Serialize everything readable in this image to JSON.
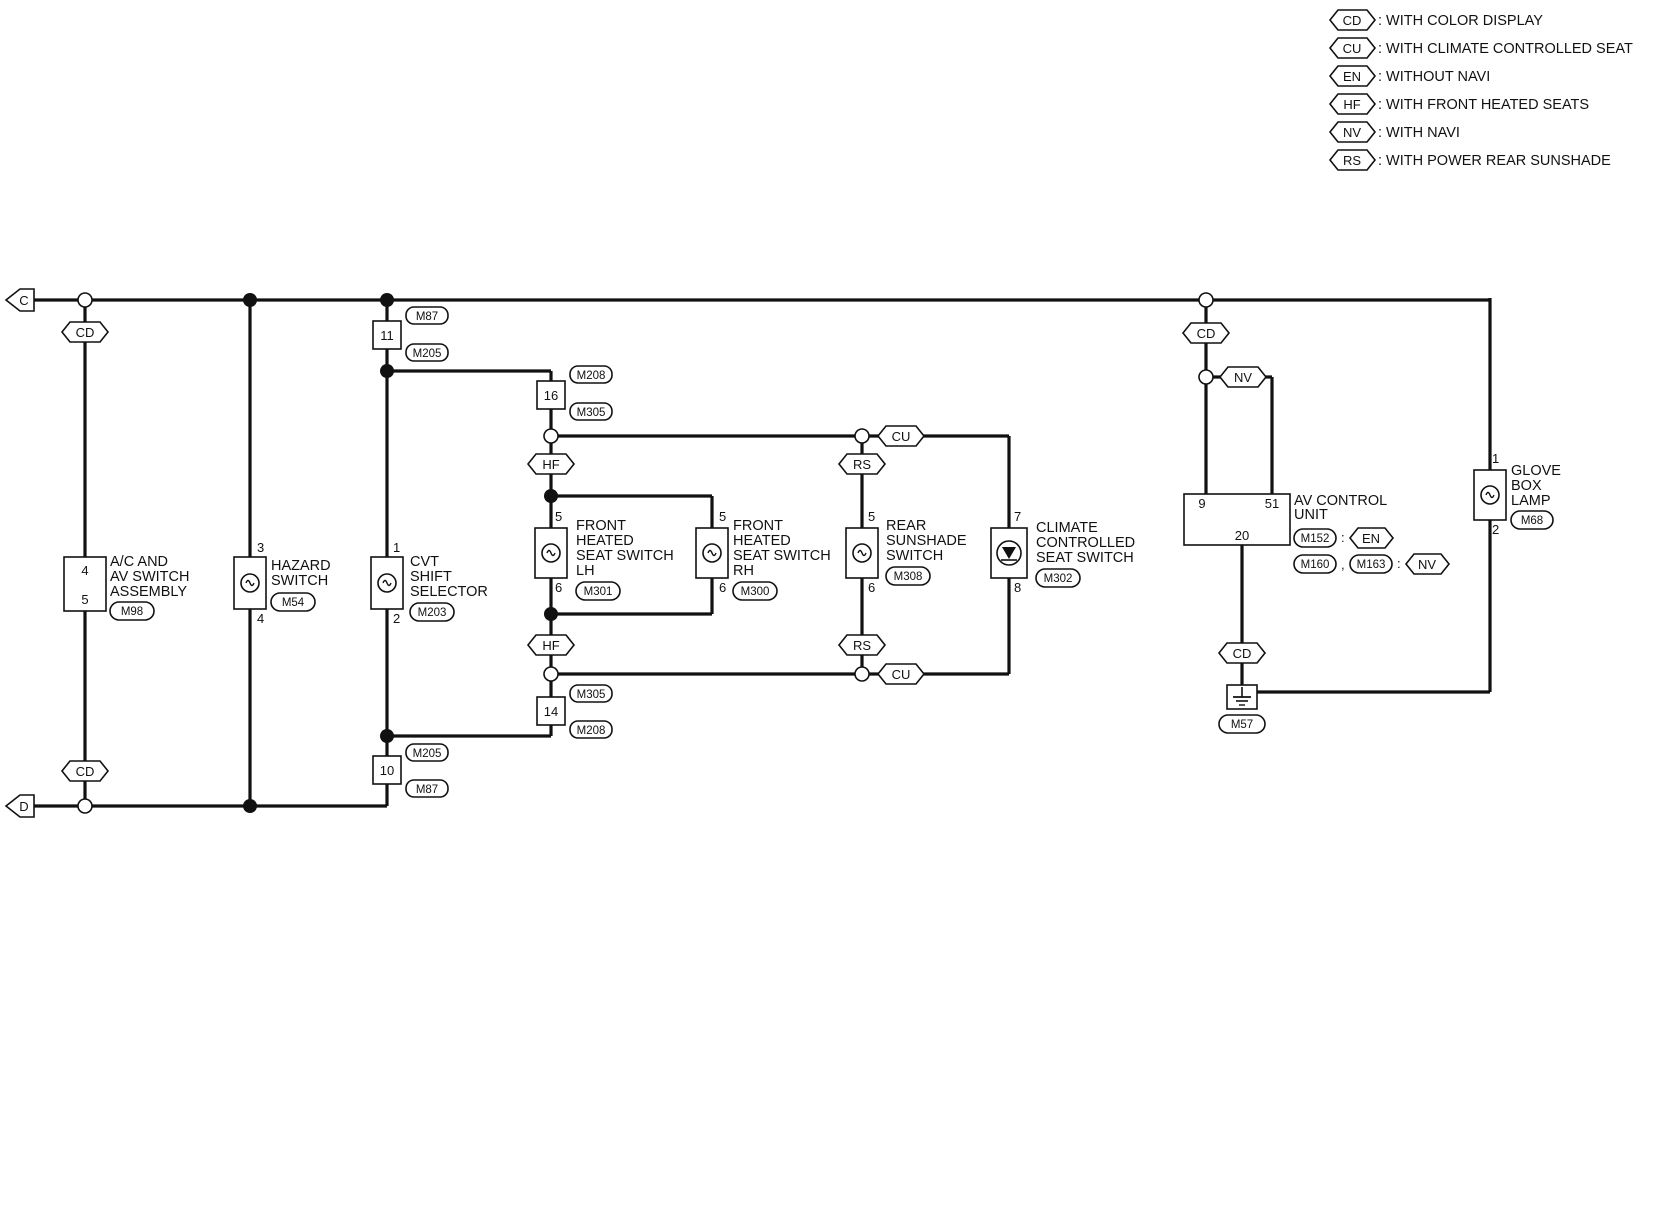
{
  "legend": [
    {
      "code": "CD",
      "text": ": WITH COLOR DISPLAY"
    },
    {
      "code": "CU",
      "text": ": WITH CLIMATE CONTROLLED SEAT"
    },
    {
      "code": "EN",
      "text": ": WITHOUT NAVI"
    },
    {
      "code": "HF",
      "text": ": WITH FRONT HEATED SEATS"
    },
    {
      "code": "NV",
      "text": ": WITH NAVI"
    },
    {
      "code": "RS",
      "text": ": WITH POWER REAR SUNSHADE"
    }
  ],
  "offpage": {
    "top": "C",
    "bottom": "D"
  },
  "options": {
    "cd": "CD",
    "cu": "CU",
    "hf": "HF",
    "rs": "RS",
    "nv": "NV",
    "en": "EN"
  },
  "joints": {
    "upper": {
      "pin": "11",
      "conn_a": "M87",
      "conn_b": "M205"
    },
    "lower": {
      "pin": "10",
      "conn_a": "M205",
      "conn_b": "M87"
    },
    "seat_upper": {
      "pin": "16",
      "conn_a": "M208",
      "conn_b": "M305"
    },
    "seat_lower": {
      "pin": "14",
      "conn_a": "M305",
      "conn_b": "M208"
    }
  },
  "components": {
    "ac_switch": {
      "lines": [
        "A/C AND",
        "AV SWITCH",
        "ASSEMBLY"
      ],
      "pin_top": "4",
      "pin_bottom": "5",
      "connector": "M98"
    },
    "hazard": {
      "lines": [
        "HAZARD",
        "SWITCH"
      ],
      "pin_top": "3",
      "pin_bottom": "4",
      "connector": "M54"
    },
    "cvt": {
      "lines": [
        "CVT",
        "SHIFT",
        "SELECTOR"
      ],
      "pin_top": "1",
      "pin_bottom": "2",
      "connector": "M203"
    },
    "seat_lh": {
      "lines": [
        "FRONT",
        "HEATED",
        "SEAT SWITCH",
        "LH"
      ],
      "pin_top": "5",
      "pin_bottom": "6",
      "connector": "M301"
    },
    "seat_rh": {
      "lines": [
        "FRONT",
        "HEATED",
        "SEAT SWITCH",
        "RH"
      ],
      "pin_top": "5",
      "pin_bottom": "6",
      "connector": "M300"
    },
    "sunshade": {
      "lines": [
        "REAR",
        "SUNSHADE",
        "SWITCH"
      ],
      "pin_top": "5",
      "pin_bottom": "6",
      "connector": "M308"
    },
    "climate": {
      "lines": [
        "CLIMATE",
        "CONTROLLED",
        "SEAT SWITCH"
      ],
      "pin_top": "7",
      "pin_bottom": "8",
      "connector": "M302"
    },
    "av_unit": {
      "lines": [
        "AV CONTROL",
        "UNIT"
      ],
      "pin_a": "9",
      "pin_b": "51",
      "pin_c": "20",
      "conn_1": "M152",
      "conn_2": "M160",
      "conn_3": "M163",
      "colon": ":",
      "comma": ","
    },
    "glove": {
      "lines": [
        "GLOVE",
        "BOX",
        "LAMP"
      ],
      "pin_top": "1",
      "pin_bottom": "2",
      "connector": "M68"
    },
    "ground": {
      "connector": "M57"
    }
  }
}
